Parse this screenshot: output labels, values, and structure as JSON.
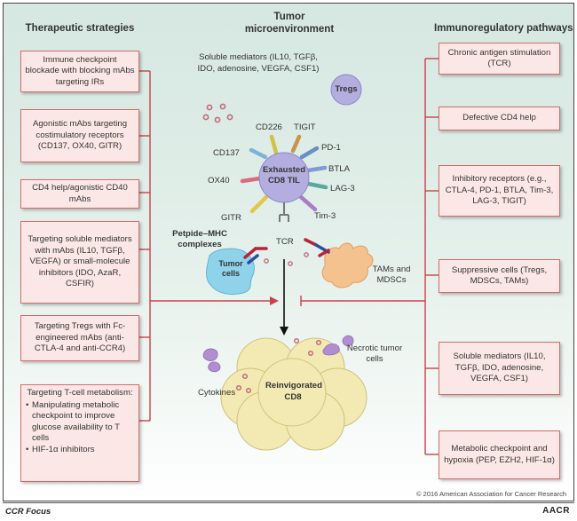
{
  "titles": {
    "left": "Therapeutic strategies",
    "center": "Tumor microenvironment",
    "right": "Immunoregulatory pathways"
  },
  "left_boxes": [
    "Immune checkpoint blockade with blocking mAbs targeting IRs",
    "Agonistic mAbs targeting costimulatory receptors (CD137, OX40, GITR)",
    "CD4 help/agonistic CD40 mAbs",
    "Targeting soluble mediators with mAbs (IL10, TGFβ, VEGFA) or small-molecule inhibitors (IDO, AzaR, CSFIR)",
    "Targeting Tregs with Fc-engineered mAbs (anti-CTLA-4 and anti-CCR4)"
  ],
  "metabolism_box": {
    "heading": "Targeting T-cell metabolism:",
    "items": [
      "Manipulating metabolic checkpoint to improve glucose availability to T cells",
      "HIF-1α inhibitors"
    ]
  },
  "right_boxes": [
    "Chronic antigen stimulation (TCR)",
    "Defective CD4 help",
    "Inhibitory receptors (e.g., CTLA-4, PD-1, BTLA, Tim-3, LAG-3, TIGIT)",
    "Suppressive cells (Tregs, MDSCs, TAMs)",
    "Soluble mediators (IL10, TGFβ, IDO, adenosine, VEGFA, CSF1)",
    "Metabolic checkpoint and hypoxia (PEP, EZH2, HIF-1α)"
  ],
  "center": {
    "soluble_mediators": "Soluble mediators (IL10, TGFβ, IDO, adenosine, VEGFA, CSF1)",
    "tregs": "Tregs",
    "exhausted_cell": "Exhausted CD8 TIL",
    "receptors": {
      "cd226": "CD226",
      "tigit": "TIGIT",
      "cd137": "CD137",
      "pd1": "PD-1",
      "btla": "BTLA",
      "ox40": "OX40",
      "lag3": "LAG-3",
      "gitr": "GITR",
      "tim3": "Tim-3"
    },
    "tcr": "TCR",
    "pmhc": "Petpide–MHC complexes",
    "tumor_cells": "Tumor cells",
    "tams": "TAMs and MDSCs",
    "necrotic": "Necrotic tumor cells",
    "cytokines": "Cytokines",
    "reinvigorated": "Reinvigorated CD8"
  },
  "footer": {
    "copyright": "© 2016 American Association for Cancer Research",
    "journal": "CCR Focus",
    "publisher": "AACR"
  },
  "colors": {
    "box_fill": "#fbe8e6",
    "box_border": "#d46b6b",
    "connector": "#c9414a",
    "exhausted_cell": "#b4aee0",
    "tregs": "#b4aee0",
    "tumor": "#8fd3ea",
    "tam": "#f4c28f",
    "reinvigorated": "#f2eab2",
    "mediator_dots": "#c46a7a"
  }
}
